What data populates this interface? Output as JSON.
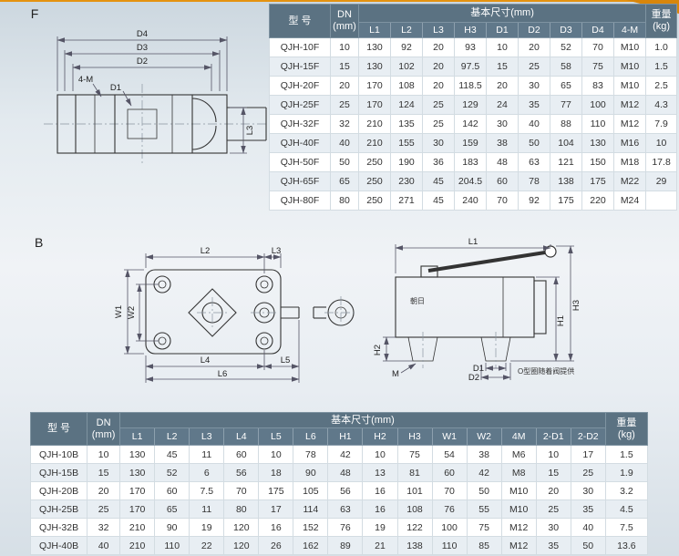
{
  "colors": {
    "accent_orange": "#e0890a",
    "header_slate": "#5b7282",
    "row_alt": "#e8eef3"
  },
  "table_f": {
    "header": {
      "model": "型 号",
      "dn_line1": "DN",
      "dn_line2": "(mm)",
      "basic": "基本尺寸(mm)",
      "weight_line1": "重量",
      "weight_line2": "(kg)"
    },
    "sub_columns": [
      "L1",
      "L2",
      "L3",
      "H3",
      "D1",
      "D2",
      "D3",
      "D4",
      "4-M"
    ],
    "rows": [
      [
        "QJH-10F",
        "10",
        "130",
        "92",
        "20",
        "93",
        "10",
        "20",
        "52",
        "70",
        "M10",
        "1.0"
      ],
      [
        "QJH-15F",
        "15",
        "130",
        "102",
        "20",
        "97.5",
        "15",
        "25",
        "58",
        "75",
        "M10",
        "1.5"
      ],
      [
        "QJH-20F",
        "20",
        "170",
        "108",
        "20",
        "118.5",
        "20",
        "30",
        "65",
        "83",
        "M10",
        "2.5"
      ],
      [
        "QJH-25F",
        "25",
        "170",
        "124",
        "25",
        "129",
        "24",
        "35",
        "77",
        "100",
        "M12",
        "4.3"
      ],
      [
        "QJH-32F",
        "32",
        "210",
        "135",
        "25",
        "142",
        "30",
        "40",
        "88",
        "110",
        "M12",
        "7.9"
      ],
      [
        "QJH-40F",
        "40",
        "210",
        "155",
        "30",
        "159",
        "38",
        "50",
        "104",
        "130",
        "M16",
        "10"
      ],
      [
        "QJH-50F",
        "50",
        "250",
        "190",
        "36",
        "183",
        "48",
        "63",
        "121",
        "150",
        "M18",
        "17.8"
      ],
      [
        "QJH-65F",
        "65",
        "250",
        "230",
        "45",
        "204.5",
        "60",
        "78",
        "138",
        "175",
        "M22",
        "29"
      ],
      [
        "QJH-80F",
        "80",
        "250",
        "271",
        "45",
        "240",
        "70",
        "92",
        "175",
        "220",
        "M24",
        ""
      ]
    ]
  },
  "table_b": {
    "header": {
      "model": "型 号",
      "dn_line1": "DN",
      "dn_line2": "(mm)",
      "basic": "基本尺寸(mm)",
      "weight_line1": "重量",
      "weight_line2": "(kg)"
    },
    "sub_columns": [
      "L1",
      "L2",
      "L3",
      "L4",
      "L5",
      "L6",
      "H1",
      "H2",
      "H3",
      "W1",
      "W2",
      "4M",
      "2-D1",
      "2-D2"
    ],
    "rows": [
      [
        "QJH-10B",
        "10",
        "130",
        "45",
        "11",
        "60",
        "10",
        "78",
        "42",
        "10",
        "75",
        "54",
        "38",
        "M6",
        "10",
        "17",
        "1.5"
      ],
      [
        "QJH-15B",
        "15",
        "130",
        "52",
        "6",
        "56",
        "18",
        "90",
        "48",
        "13",
        "81",
        "60",
        "42",
        "M8",
        "15",
        "25",
        "1.9"
      ],
      [
        "QJH-20B",
        "20",
        "170",
        "60",
        "7.5",
        "70",
        "175",
        "105",
        "56",
        "16",
        "101",
        "70",
        "50",
        "M10",
        "20",
        "30",
        "3.2"
      ],
      [
        "QJH-25B",
        "25",
        "170",
        "65",
        "11",
        "80",
        "17",
        "114",
        "63",
        "16",
        "108",
        "76",
        "55",
        "M10",
        "25",
        "35",
        "4.5"
      ],
      [
        "QJH-32B",
        "32",
        "210",
        "90",
        "19",
        "120",
        "16",
        "152",
        "76",
        "19",
        "122",
        "100",
        "75",
        "M12",
        "30",
        "40",
        "7.5"
      ],
      [
        "QJH-40B",
        "40",
        "210",
        "110",
        "22",
        "120",
        "26",
        "162",
        "89",
        "21",
        "138",
        "110",
        "85",
        "M12",
        "35",
        "50",
        "13.6"
      ]
    ]
  },
  "diagram_f": {
    "label": "F",
    "dims": {
      "d4": "D4",
      "d3": "D3",
      "d2": "D2",
      "d1": "D1",
      "m4": "4-M",
      "l3": "L3"
    }
  },
  "diagram_b": {
    "label": "B",
    "brand": "朝日",
    "note": "O型圈随着阀提供",
    "dims": {
      "l1": "L1",
      "l2": "L2",
      "l3": "L3",
      "l4": "L4",
      "l5": "L5",
      "l6": "L6",
      "w1": "W1",
      "w2": "W2",
      "h1": "H1",
      "h2": "H2",
      "h3": "H3",
      "m": "M",
      "d1": "D1",
      "d2": "D2"
    }
  }
}
